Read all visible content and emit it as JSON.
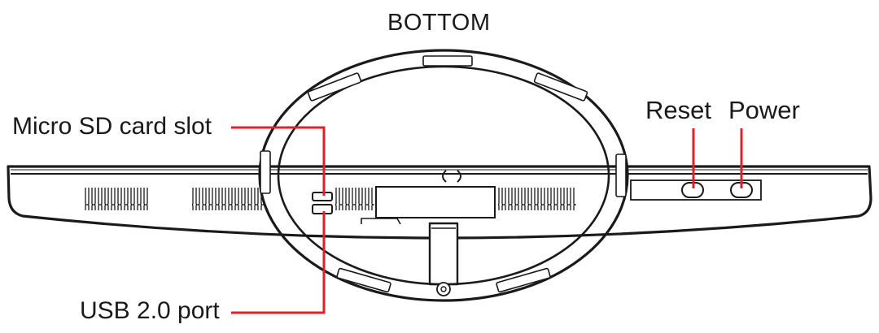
{
  "diagram": {
    "title": "BOTTOM",
    "labels": {
      "micro_sd": "Micro SD card slot",
      "reset": "Reset",
      "power": "Power",
      "usb": "USB 2.0 port"
    },
    "colors": {
      "line": "#1a1a1a",
      "callout": "#e0202a",
      "background": "#ffffff"
    }
  }
}
